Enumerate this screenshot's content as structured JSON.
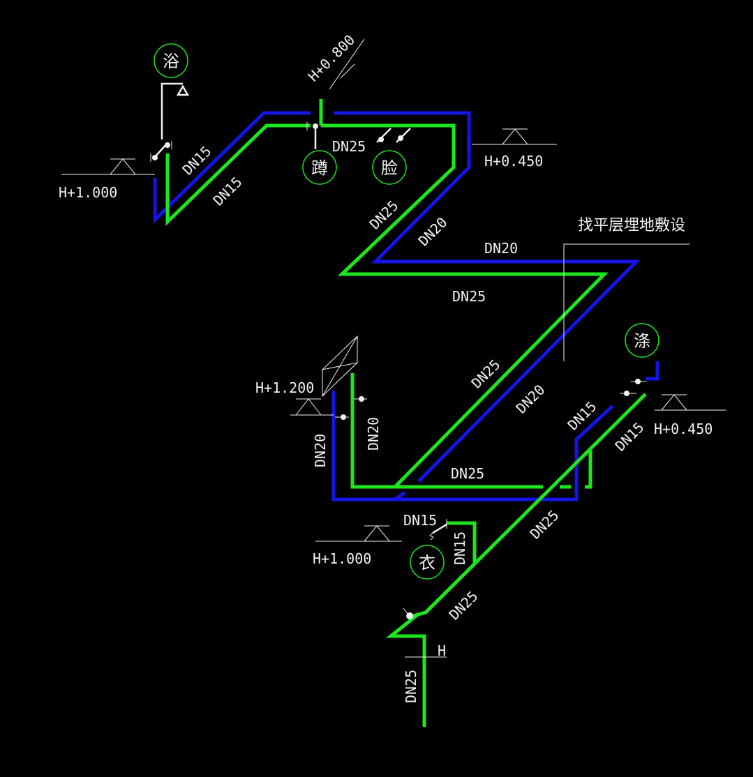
{
  "labels": {
    "elev_1000_top": "H+1.000",
    "elev_0800": "H+0.800",
    "elev_0450_top": "H+0.450",
    "elev_1200": "H+1.200",
    "elev_0450_right": "H+0.450",
    "elev_1000_bottom": "H+1.000",
    "elev_h": "H",
    "note_screed": "找平层埋地敷设"
  },
  "fixtures": {
    "bath": "浴",
    "squat": "蹲",
    "basin": "脸",
    "mop": "涤",
    "washer": "衣"
  },
  "pipe_labels": {
    "dn15_a": "DN15",
    "dn15_b": "DN15",
    "dn25_a": "DN25",
    "dn25_b": "DN25",
    "dn20_a": "DN20",
    "dn20_b": "DN20",
    "dn25_c": "DN25",
    "dn25_d": "DN25",
    "dn20_c": "DN20",
    "dn20_d": "DN20",
    "dn20_e": "DN20",
    "dn25_e": "DN25",
    "dn15_c": "DN15",
    "dn15_d": "DN15",
    "dn15_e": "DN15",
    "dn15_f": "DN15",
    "dn25_f": "DN25",
    "dn25_g": "DN25",
    "dn25_h": "DN25"
  },
  "colors": {
    "background": "#000000",
    "cold_water": "#1414e6",
    "hot_water": "#1ee61e",
    "annotation": "#f2f2f2"
  }
}
